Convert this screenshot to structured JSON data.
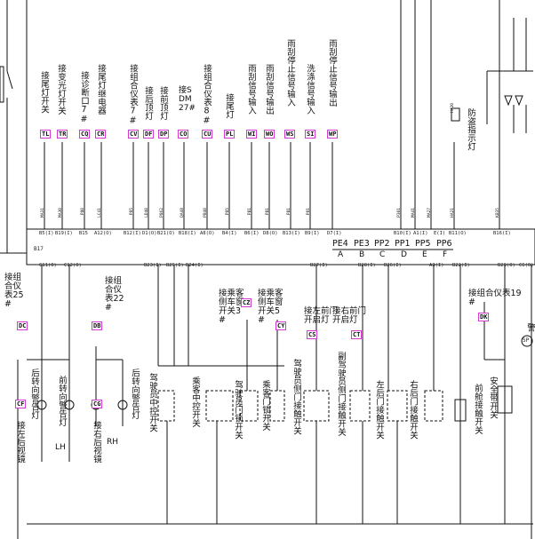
{
  "top_labels": [
    {
      "id": "tl",
      "text": "接尾灯开关",
      "code": "TL",
      "wire": "MA31",
      "pin": "B5(I)"
    },
    {
      "id": "tr",
      "text": "接变光灯开关",
      "code": "TR",
      "wire": "MA30",
      "pin": "B19(I)"
    },
    {
      "id": "cq",
      "text": "接诊断口7#",
      "code": "CQ",
      "wire": "P80",
      "pin": "B15"
    },
    {
      "id": "cr",
      "text": "接尾灯继电器",
      "code": "CR",
      "wire": "LC41",
      "pin": "A12(O)"
    },
    {
      "id": "cv",
      "text": "接组合仪表7#",
      "code": "CV",
      "wire": "P85",
      "pin": "B12(I)"
    },
    {
      "id": "df",
      "text": "接后顶灯",
      "code": "DF",
      "wire": "LD40",
      "pin": "D1(O)"
    },
    {
      "id": "dp",
      "text": "接前顶灯",
      "code": "DP",
      "wire": "P862",
      "pin": "B21(O)"
    },
    {
      "id": "co",
      "text": "接SDM27#",
      "code": "CO",
      "wire": "QA48",
      "pin": "B18(I)"
    },
    {
      "id": "cu",
      "text": "接组合仪表8#",
      "code": "CU",
      "wire": "PB40",
      "pin": "A8(O)"
    },
    {
      "id": "pl",
      "text": "接尾灯",
      "code": "PL",
      "wire": "P85",
      "pin": "B4(I)"
    },
    {
      "id": "wi",
      "text": "雨刮信号输入",
      "code": "WI",
      "wire": "PB1",
      "pin": "B6(I)"
    },
    {
      "id": "wo",
      "text": "雨刮信号输出",
      "code": "WO",
      "wire": "PB1",
      "pin": "D8(O)"
    },
    {
      "id": "ws",
      "text": "雨刮停止信号输入",
      "code": "WS",
      "wire": "PB1",
      "pin": "B13(I)"
    },
    {
      "id": "si",
      "text": "洗涤信号输入",
      "code": "SI",
      "wire": "P81",
      "pin": "B9(I)"
    },
    {
      "id": "wp",
      "text": "雨刮停止信号输出",
      "code": "WP",
      "wire": "",
      "pin": "D7(I)"
    }
  ],
  "right_pins": [
    "B10(I)",
    "A1(I)",
    "E(I)",
    "B11(O)",
    "B16(I)"
  ],
  "right_wires": [
    "P301",
    "MA41",
    "MA27",
    "HA21",
    "KB35"
  ],
  "anti_theft": {
    "text": "防盗指示灯",
    "wire": "HA20"
  },
  "b17": "B17",
  "pe_group": {
    "labels": [
      "PE4",
      "PE3",
      "PP2",
      "PP1",
      "PP5",
      "PP6"
    ],
    "letters": [
      "A",
      "B",
      "C",
      "D",
      "E",
      "F"
    ]
  },
  "bottom_pins": [
    "C11(O)",
    "C12(O)",
    "B23(I)",
    "B25(I)",
    "B24(I)",
    "B27(I)",
    "B28(I)",
    "B26(I)",
    "A3(I)",
    "B22(I)",
    "B29(O)",
    "C6(O)"
  ],
  "bottom_labels": {
    "dc": {
      "text": "接组合仪表25#",
      "code": "DC"
    },
    "db": {
      "text": "接组合仪表22#",
      "code": "DB"
    },
    "cz": {
      "text": "接乘客侧车窗开关3#",
      "code": "CZ"
    },
    "cy": {
      "text": "接乘客侧车窗开关5#",
      "code": "CY"
    },
    "cs": {
      "text": "接左前门开启灯",
      "code": "CS"
    },
    "ct": {
      "text": "接右前门开启灯",
      "code": "CT"
    },
    "dk": {
      "text": "接组合仪表19#",
      "code": "DK"
    },
    "cf": {
      "text": "接左后视镜",
      "code": "CF"
    },
    "cg": {
      "text": "接右后视镜",
      "code": "CG"
    }
  },
  "lamps": {
    "left_rear": "后转向警告灯",
    "front": "前转向警告灯",
    "right_rear": "后转向警告灯",
    "lh": "LH",
    "rh": "RH"
  },
  "switches": {
    "driver_lock": "驾驶员中控开关",
    "passenger_lock": "乘客中控开关",
    "driver_door_lock": "驾驶员门锁开关",
    "passenger_door_lock": "乘客门锁开关",
    "driver_door_contact": "驾驶员侧门接触开关",
    "co_driver_door_contact": "副驾驶员侧门接触开关",
    "left_rear_door": "左后门接触开关",
    "right_rear_door": "右后门接触开关",
    "hood": "前舱接触开关",
    "seatbelt": "安全带开关",
    "sp": "SP",
    "warning": "警"
  },
  "colors": {
    "code_border": "#d23bd2",
    "line": "#111111"
  }
}
